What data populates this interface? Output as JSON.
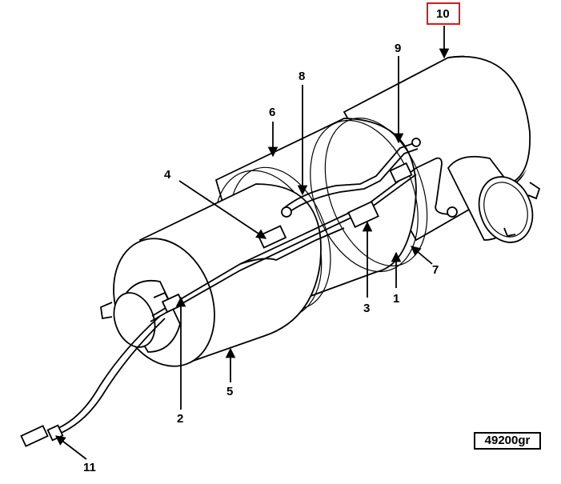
{
  "drawing": {
    "reference_code": "49200gr",
    "highlight_color": "#e0161b"
  },
  "callouts": [
    {
      "id": "c1",
      "label": "1"
    },
    {
      "id": "c2",
      "label": "2"
    },
    {
      "id": "c3",
      "label": "3"
    },
    {
      "id": "c4",
      "label": "4"
    },
    {
      "id": "c5",
      "label": "5"
    },
    {
      "id": "c6",
      "label": "6"
    },
    {
      "id": "c7",
      "label": "7"
    },
    {
      "id": "c8",
      "label": "8"
    },
    {
      "id": "c9",
      "label": "9"
    },
    {
      "id": "c10",
      "label": "10",
      "highlighted": true
    },
    {
      "id": "c11",
      "label": "11"
    }
  ]
}
